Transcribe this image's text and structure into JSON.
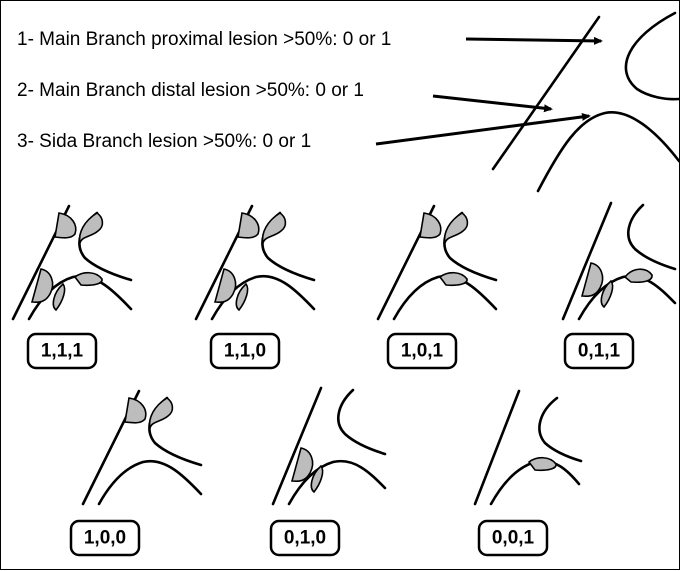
{
  "legend": [
    "1- Main Branch proximal lesion >50%: 0 or 1",
    "2- Main Branch distal lesion >50%: 0 or 1",
    "3- Sida Branch lesion >50%: 0 or 1"
  ],
  "codes": [
    "1,1,1",
    "1,1,0",
    "1,0,1",
    "0,1,1",
    "1,0,0",
    "0,1,0",
    "0,0,1"
  ],
  "colors": {
    "lesion_fill": "#bdbdbd",
    "line": "#000000",
    "background": "#ffffff"
  }
}
